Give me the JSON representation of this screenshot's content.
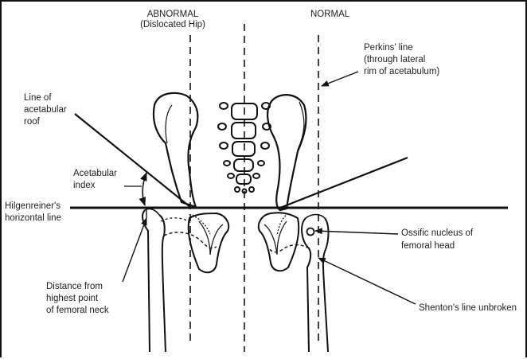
{
  "diagram": {
    "header_left": {
      "line1": "ABNORMAL",
      "line2": "(Dislocated Hip)"
    },
    "header_right": "NORMAL",
    "labels": {
      "perkins": {
        "line1": "Perkins' line",
        "line2": "(through lateral",
        "line3": "rim of acetabulum)"
      },
      "acetabular_roof": {
        "line1": "Line of",
        "line2": "acetabular",
        "line3": "roof"
      },
      "acetabular_index": {
        "line1": "Acetabular",
        "line2": "index"
      },
      "hilgenreiner": {
        "line1": "Hilgenreiner's",
        "line2": "horizontal line"
      },
      "ossific": {
        "line1": "Ossific nucleus of",
        "line2": "femoral head"
      },
      "distance": {
        "line1": "Distance from",
        "line2": "highest point",
        "line3": "of femoral neck"
      },
      "shenton": "Shenton's line unbroken"
    }
  }
}
